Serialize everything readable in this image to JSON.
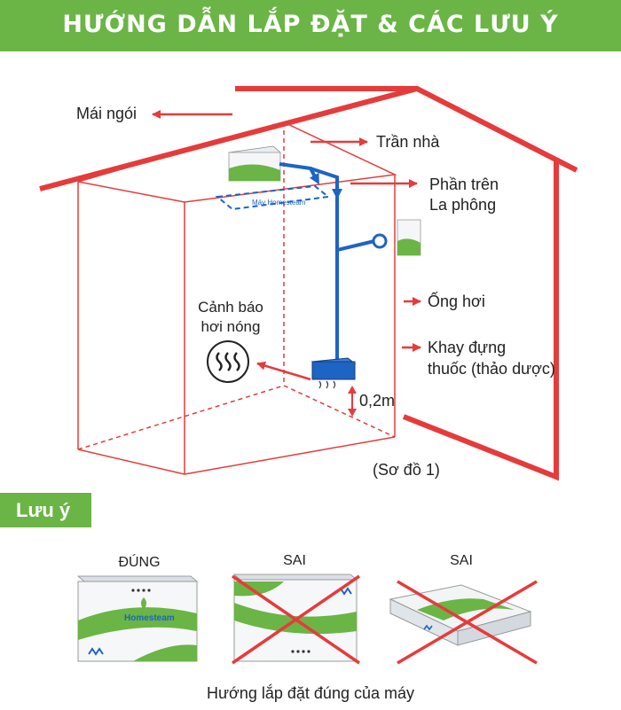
{
  "header": {
    "title": "HƯỚNG DẪN LẮP ĐẶT & CÁC LƯU Ý"
  },
  "diagram": {
    "labels": {
      "roof_tile": "Mái ngói",
      "ceiling": "Trần nhà",
      "above_ceiling_1": "Phần trên",
      "above_ceiling_2": "La phông",
      "steam_pipe": "Ống hơi",
      "herb_tray_1": "Khay đựng",
      "herb_tray_2": "thuốc (thảo dược)",
      "hot_steam_warning_1": "Cảnh báo",
      "hot_steam_warning_2": "hơi nóng",
      "height": "0,2m",
      "machine_tag": "Máy Homesteam",
      "figure": "(Sơ đồ 1)"
    },
    "colors": {
      "red": "#e63b3b",
      "blue": "#1d64c5",
      "green": "#6ab545"
    }
  },
  "notes": {
    "title": "Lưu ý",
    "options": [
      {
        "label": "ĐÚNG",
        "correct": true
      },
      {
        "label": "SAI",
        "correct": false
      },
      {
        "label": "SAI",
        "correct": false
      }
    ],
    "brand": "Homesteam",
    "caption": "Hướng lắp đặt đúng của máy"
  }
}
